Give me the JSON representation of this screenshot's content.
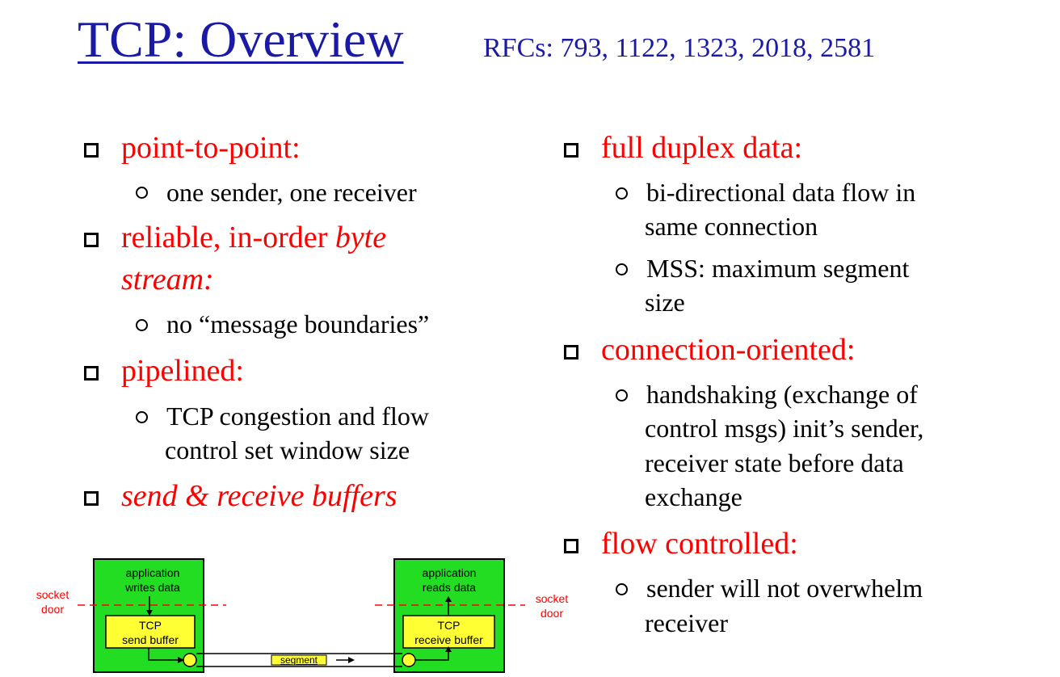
{
  "slide": {
    "title": "TCP: Overview",
    "rfcs": "RFCs: 793, 1122, 1323, 2018, 2581"
  },
  "left": {
    "p2p": "point-to-point:",
    "p2p_sub": "one sender, one receiver",
    "reliable_a": "reliable, in-order ",
    "reliable_b": "byte",
    "reliable_c": "stream:",
    "reliable_sub": "no “message boundaries”",
    "pipelined": "pipelined:",
    "pipelined_sub1": "TCP congestion and flow",
    "pipelined_sub2": "control set window size",
    "buffers": "send & receive buffers"
  },
  "right": {
    "duplex": "full duplex data:",
    "duplex_sub1a": "bi-directional data flow in",
    "duplex_sub1b": "same connection",
    "duplex_sub2a": "MSS: maximum segment",
    "duplex_sub2b": "size",
    "conn": "connection-oriented:",
    "conn_sub1": "handshaking (exchange of",
    "conn_sub2": "control msgs) init’s sender,",
    "conn_sub3": "receiver state before data",
    "conn_sub4": "exchange",
    "flow": "flow controlled:",
    "flow_sub1": "sender will not overwhelm",
    "flow_sub2": "receiver"
  },
  "diagram": {
    "left_app": [
      "application",
      "writes data"
    ],
    "right_app": [
      "application",
      "reads data"
    ],
    "left_socket": [
      "socket",
      "door"
    ],
    "right_socket": [
      "socket",
      "door"
    ],
    "send_buf": [
      "TCP",
      "send buffer"
    ],
    "recv_buf": [
      "TCP",
      "receive buffer"
    ],
    "segment": "segment",
    "colors": {
      "host": "#22dd22",
      "buffer": "#ffff33",
      "title": "#1a1aa6",
      "bullet": "#ff0000"
    }
  }
}
